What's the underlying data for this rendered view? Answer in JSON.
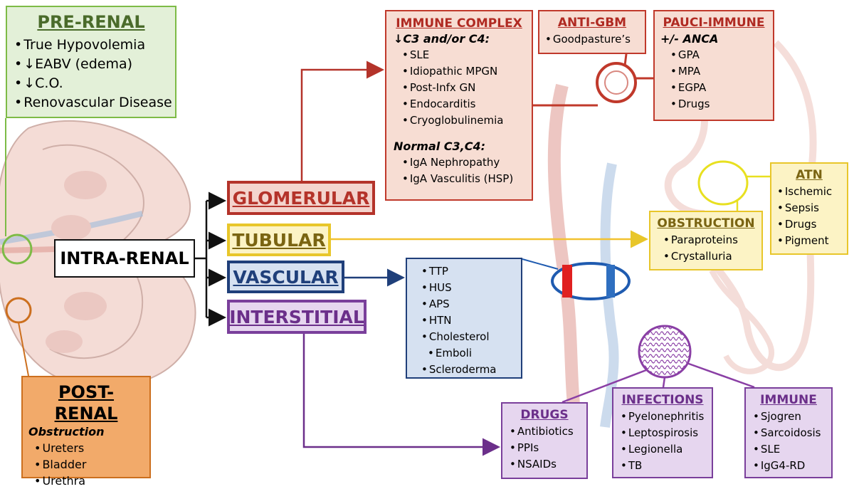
{
  "prerenal": {
    "title": "PRE-RENAL",
    "items": [
      "True Hypovolemia",
      "↓EABV (edema)",
      "↓C.O.",
      "Renovascular Disease"
    ]
  },
  "postrenal": {
    "title": "POST-RENAL",
    "subtitle": "Obstruction",
    "items": [
      "Ureters",
      "Bladder",
      "Urethra"
    ]
  },
  "intrarenal": {
    "label": "INTRA-RENAL"
  },
  "categories": {
    "glomerular": "GLOMERULAR",
    "tubular": "TUBULAR",
    "vascular": "VASCULAR",
    "interstitial": "INTERSTITIAL"
  },
  "immune_complex": {
    "title": "IMMUNE COMPLEX",
    "low_header": "↓C3 and/or C4:",
    "low_items": [
      "SLE",
      "Idiopathic MPGN",
      "Post-Infx GN",
      "Endocarditis",
      "Cryoglobulinemia"
    ],
    "normal_header": "Normal C3,C4:",
    "normal_items": [
      "IgA Nephropathy",
      "IgA Vasculitis (HSP)"
    ]
  },
  "anti_gbm": {
    "title": "ANTI-GBM",
    "items": [
      "Goodpasture’s"
    ]
  },
  "pauci_immune": {
    "title": "PAUCI-IMMUNE",
    "subtitle": "+/- ANCA",
    "items": [
      "GPA",
      "MPA",
      "EGPA",
      "Drugs"
    ]
  },
  "atn": {
    "title": "ATN",
    "items": [
      "Ischemic",
      "Sepsis",
      "Drugs",
      "Pigment"
    ]
  },
  "obstruction": {
    "title": "OBSTRUCTION",
    "items": [
      "Paraproteins",
      "Crystalluria"
    ]
  },
  "vascular_causes": {
    "items": [
      "TTP",
      "HUS",
      "APS",
      "HTN",
      "Cholesterol",
      "Emboli",
      "Scleroderma"
    ]
  },
  "drugs": {
    "title": "DRUGS",
    "items": [
      "Antibiotics",
      "PPIs",
      "NSAIDs"
    ]
  },
  "infections": {
    "title": "INFECTIONS",
    "items": [
      "Pyelonephritis",
      "Leptospirosis",
      "Legionella",
      "TB"
    ]
  },
  "immune": {
    "title": "IMMUNE",
    "items": [
      "Sjogren",
      "Sarcoidosis",
      "SLE",
      "IgG4-RD"
    ]
  },
  "colors": {
    "prerenal": "#7dbb46",
    "postrenal": "#cc6f1e",
    "glomerular": "#b4332a",
    "tubular": "#e8c62a",
    "vascular": "#1f3f7a",
    "interstitial": "#7a3f9b"
  }
}
